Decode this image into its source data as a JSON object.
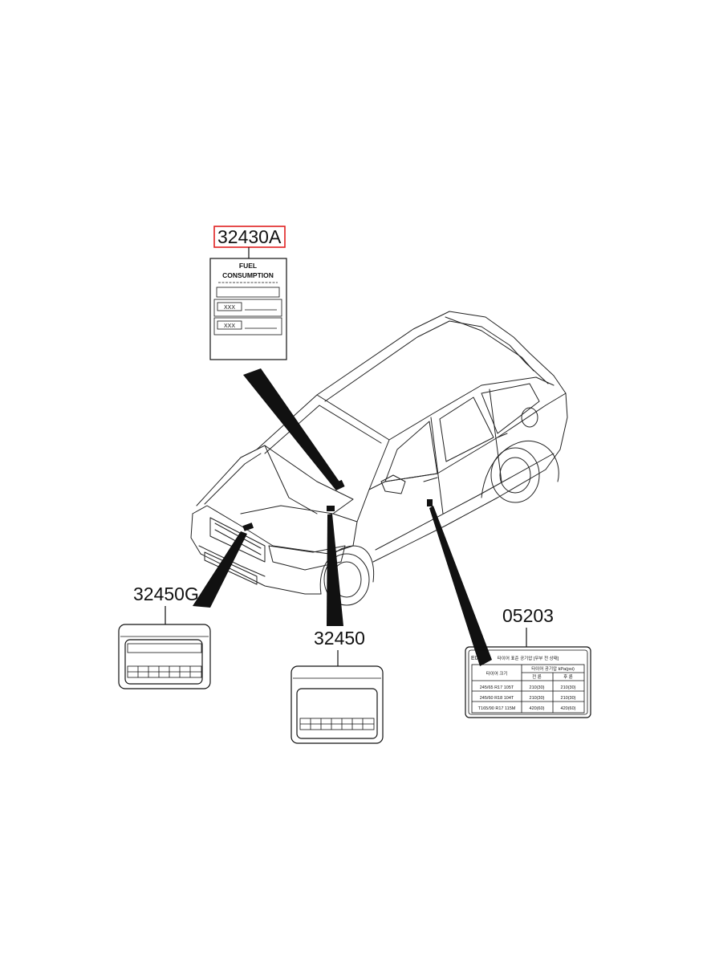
{
  "callouts": {
    "fuel": "32430A",
    "hood": "32450G",
    "engine": "32450",
    "tire": "05203"
  },
  "highlight_color": "#e02020",
  "fuel_label": {
    "line1": "FUEL",
    "line2": "CONSUMPTION",
    "row1": "XXX",
    "row2": "XXX"
  },
  "tire_label": {
    "code": "E01",
    "title": "타이어 표준 공기압 [무부 전 상태]",
    "col_size": "타이어 크기",
    "col_pressure": "타이어 공기압 kPa(psi)",
    "col_front": "전 륜",
    "col_rear": "후 륜",
    "rows": [
      {
        "size": "245/65 R17 105T",
        "front": "210(30)",
        "rear": "210(30)"
      },
      {
        "size": "245/60 R18 104T",
        "front": "210(30)",
        "rear": "210(30)"
      },
      {
        "size": "T165/90 R17 115M",
        "front": "420(60)",
        "rear": "420(60)"
      }
    ]
  }
}
